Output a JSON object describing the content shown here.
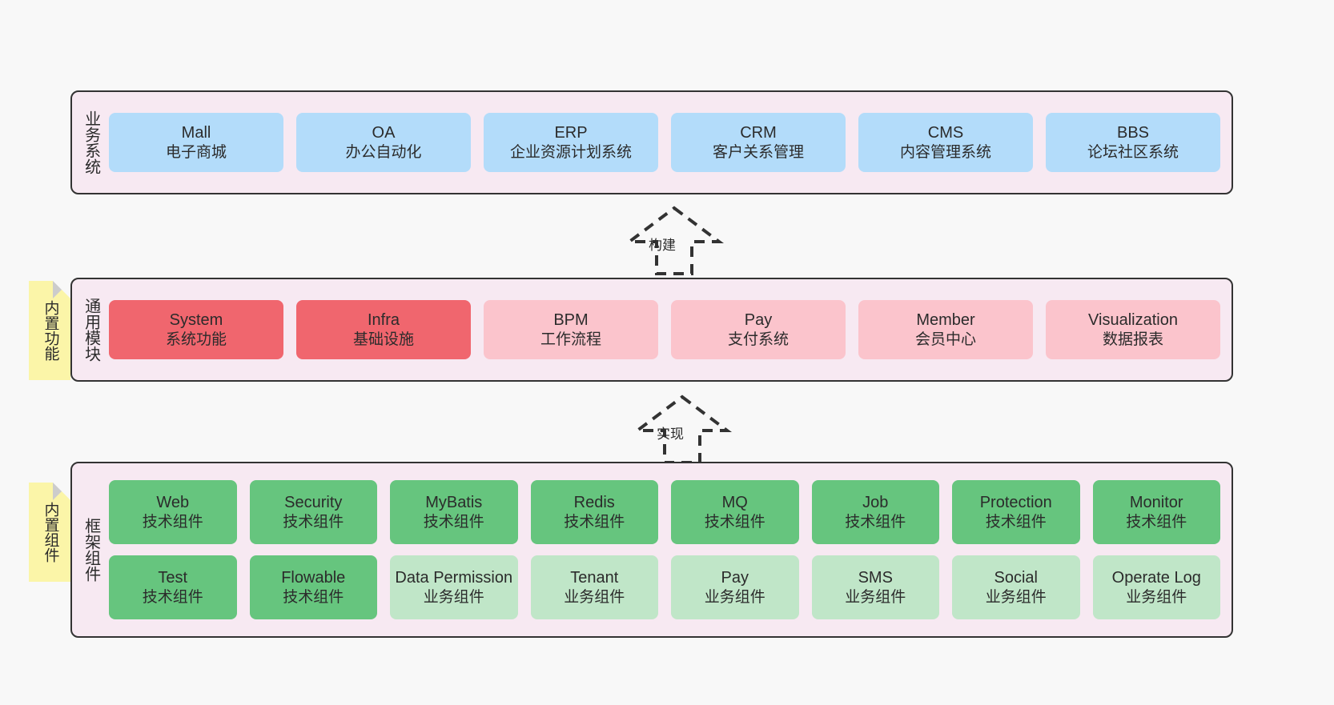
{
  "diagram": {
    "background": "#f8f8f8",
    "panel_fill": "#f7e9f2",
    "panel_border": "#333333",
    "note_fill": "#fbf5a8",
    "colors": {
      "blue": "#b3dcfa",
      "red": "#f0666e",
      "pink": "#fbc4cc",
      "green": "#66c57e",
      "green_light": "#c0e6c8"
    }
  },
  "notes": {
    "functions": "内置功能",
    "components": "内置组件"
  },
  "connectors": [
    {
      "name": "build",
      "label": "构建",
      "style": "dashed-hollow-arrow-up"
    },
    {
      "name": "realize",
      "label": "实现",
      "style": "dashed-hollow-arrow-up"
    }
  ],
  "sections": {
    "business": {
      "title": "业务系统",
      "rows": [
        [
          {
            "en": "Mall",
            "cn": "电子商城",
            "color": "blue"
          },
          {
            "en": "OA",
            "cn": "办公自动化",
            "color": "blue"
          },
          {
            "en": "ERP",
            "cn": "企业资源计划系统",
            "color": "blue"
          },
          {
            "en": "CRM",
            "cn": "客户关系管理",
            "color": "blue"
          },
          {
            "en": "CMS",
            "cn": "内容管理系统",
            "color": "blue"
          },
          {
            "en": "BBS",
            "cn": "论坛社区系统",
            "color": "blue"
          }
        ]
      ]
    },
    "modules": {
      "title": "通用模块",
      "rows": [
        [
          {
            "en": "System",
            "cn": "系统功能",
            "color": "red"
          },
          {
            "en": "Infra",
            "cn": "基础设施",
            "color": "red"
          },
          {
            "en": "BPM",
            "cn": "工作流程",
            "color": "pink"
          },
          {
            "en": "Pay",
            "cn": "支付系统",
            "color": "pink"
          },
          {
            "en": "Member",
            "cn": "会员中心",
            "color": "pink"
          },
          {
            "en": "Visualization",
            "cn": "数据报表",
            "color": "pink"
          }
        ]
      ]
    },
    "framework": {
      "title": "框架组件",
      "rows": [
        [
          {
            "en": "Web",
            "cn": "技术组件",
            "color": "green"
          },
          {
            "en": "Security",
            "cn": "技术组件",
            "color": "green"
          },
          {
            "en": "MyBatis",
            "cn": "技术组件",
            "color": "green"
          },
          {
            "en": "Redis",
            "cn": "技术组件",
            "color": "green"
          },
          {
            "en": "MQ",
            "cn": "技术组件",
            "color": "green"
          },
          {
            "en": "Job",
            "cn": "技术组件",
            "color": "green"
          },
          {
            "en": "Protection",
            "cn": "技术组件",
            "color": "green"
          },
          {
            "en": "Monitor",
            "cn": "技术组件",
            "color": "green"
          }
        ],
        [
          {
            "en": "Test",
            "cn": "技术组件",
            "color": "green"
          },
          {
            "en": "Flowable",
            "cn": "技术组件",
            "color": "green"
          },
          {
            "en": "Data Permission",
            "cn": "业务组件",
            "color": "green_light"
          },
          {
            "en": "Tenant",
            "cn": "业务组件",
            "color": "green_light"
          },
          {
            "en": "Pay",
            "cn": "业务组件",
            "color": "green_light"
          },
          {
            "en": "SMS",
            "cn": "业务组件",
            "color": "green_light"
          },
          {
            "en": "Social",
            "cn": "业务组件",
            "color": "green_light"
          },
          {
            "en": "Operate Log",
            "cn": "业务组件",
            "color": "green_light"
          }
        ]
      ]
    }
  }
}
